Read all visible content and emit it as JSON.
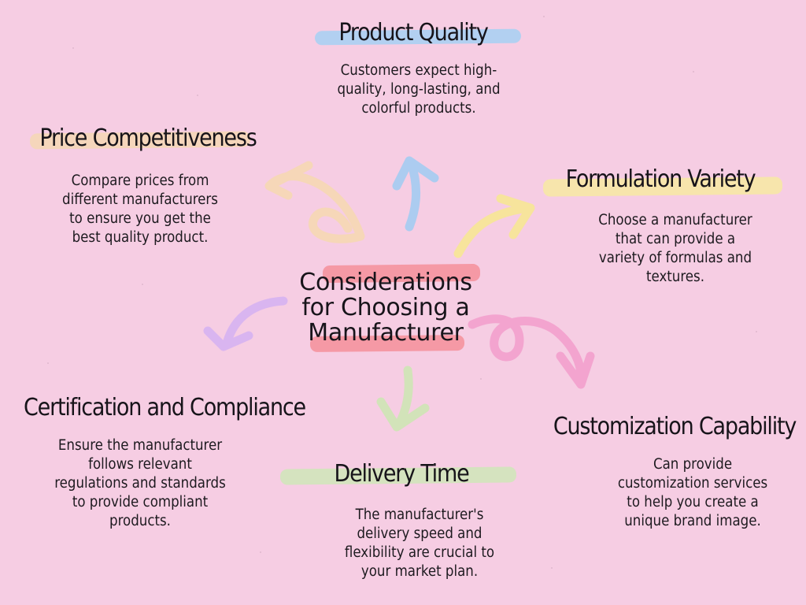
{
  "center": {
    "title": "Considerations\nfor Choosing a\nManufacturer",
    "highlight_color": "#f48f9a"
  },
  "nodes": {
    "product_quality": {
      "title": "Product Quality",
      "description": "Customers expect high-\nquality, long-lasting, and\ncolorful products.",
      "color": "#a6d0f3"
    },
    "price_competitiveness": {
      "title": "Price Competitiveness",
      "description": "Compare prices from\ndifferent manufacturers\nto ensure you get the\nbest quality product.",
      "color": "#f5d7b4"
    },
    "formulation_variety": {
      "title": "Formulation Variety",
      "description": "Choose a manufacturer\nthat can provide a\nvariety of formulas and\ntextures.",
      "color": "#f7e9a2"
    },
    "certification_compliance": {
      "title": "Certification and Compliance",
      "description": "Ensure the manufacturer\nfollows relevant\nregulations and standards\nto provide compliant\nproducts.",
      "color": "#d8b6f0"
    },
    "delivery_time": {
      "title": "Delivery Time",
      "description": "The manufacturer's\ndelivery speed and\nflexibility are crucial to\nyour market plan.",
      "color": "#cfe6b8"
    },
    "customization_capability": {
      "title": "Customization Capability",
      "description": "Can provide\ncustomization services\nto help you create a\nunique brand image.",
      "color": "#f4a7cf"
    }
  },
  "arrow_colors": {
    "product_quality": "#9fcbf2",
    "price_competitiveness": "#f6d8b0",
    "formulation_variety": "#f7e88f",
    "certification_compliance": "#d3b0f2",
    "delivery_time": "#cbe6b2",
    "customization_capability": "#f29ccb"
  }
}
